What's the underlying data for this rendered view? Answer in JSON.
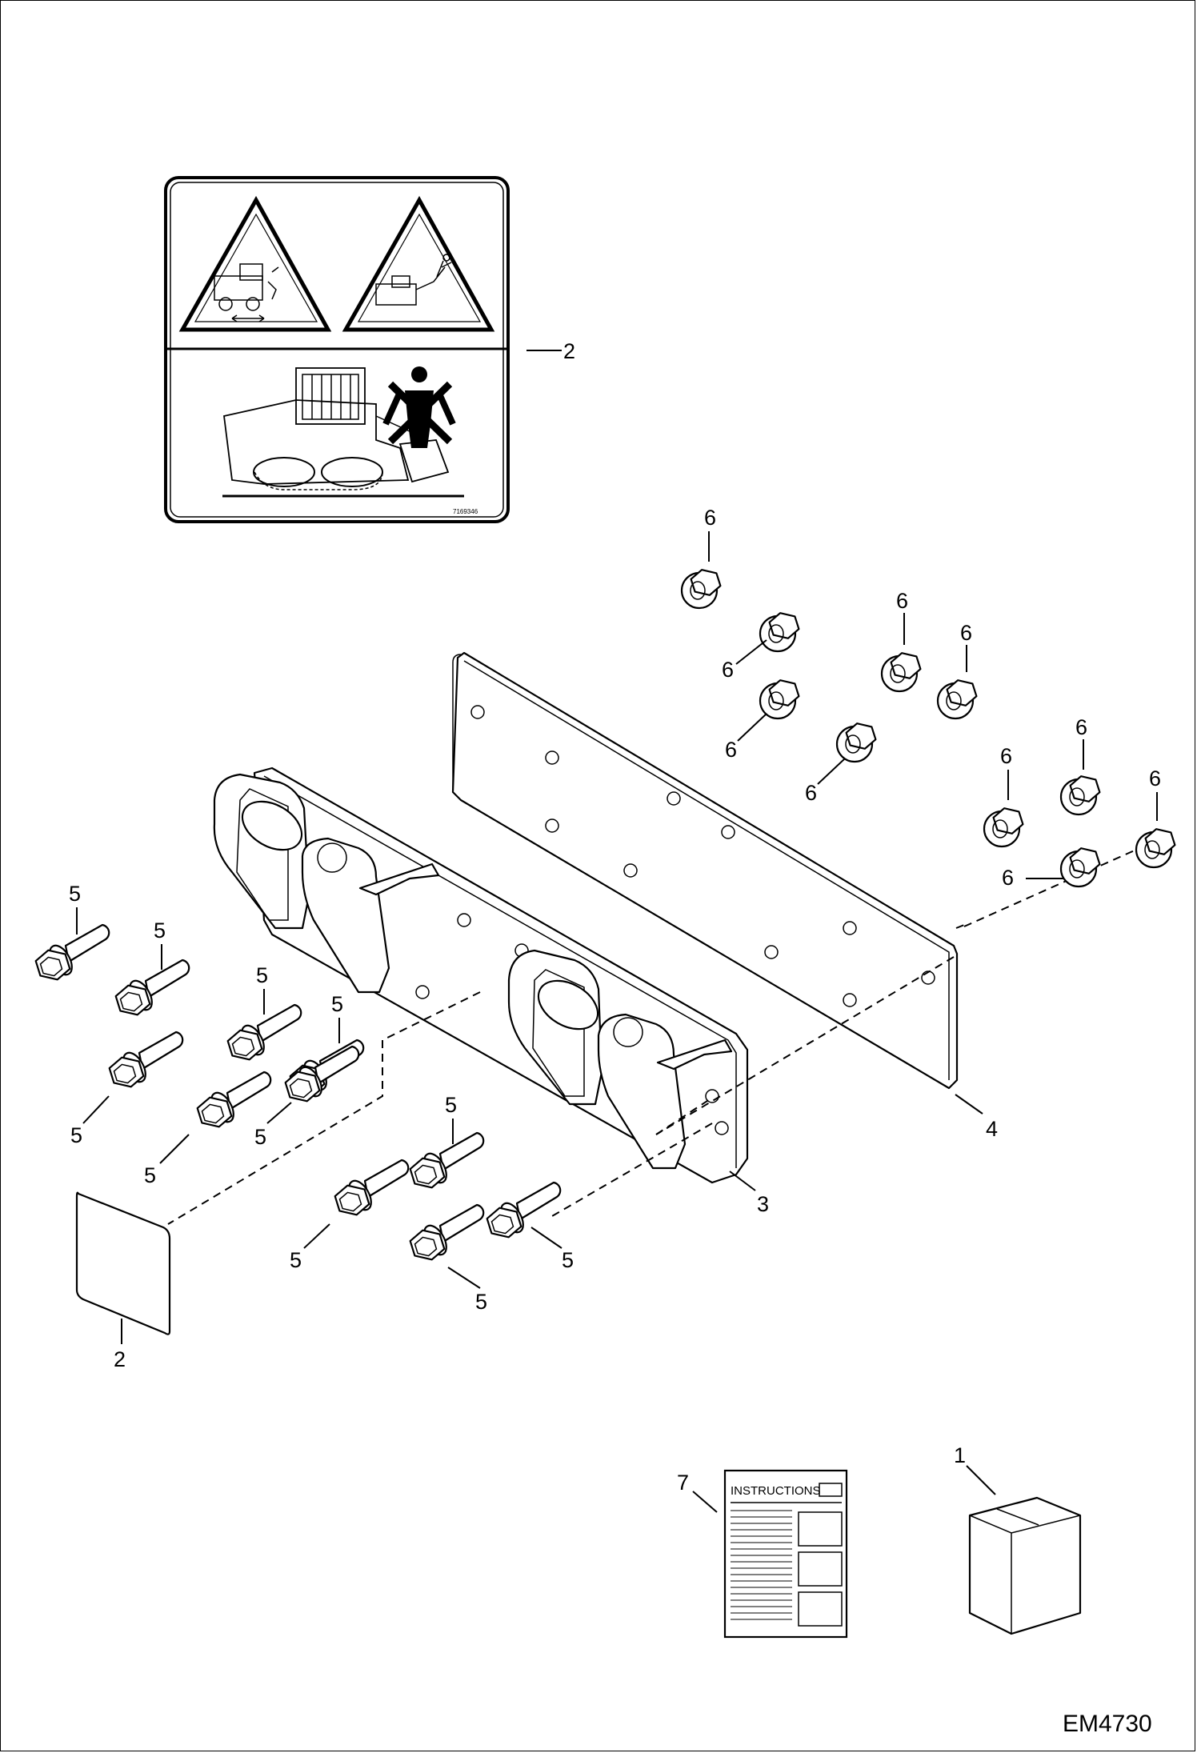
{
  "drawing_id": "EM4730",
  "decal_code": "7169346",
  "manual_title": "INSTRUCTIONS",
  "callouts": {
    "c1": "1",
    "c2": "2",
    "c3": "3",
    "c4": "4",
    "c5": "5",
    "c6": "6",
    "c7": "7"
  },
  "icons": {
    "hazard_crush": "warning-triangle-crush-icon",
    "hazard_fall": "warning-triangle-fall-icon",
    "no_person": "no-person-icon",
    "loader": "track-loader-icon",
    "kit_box": "box-icon"
  }
}
